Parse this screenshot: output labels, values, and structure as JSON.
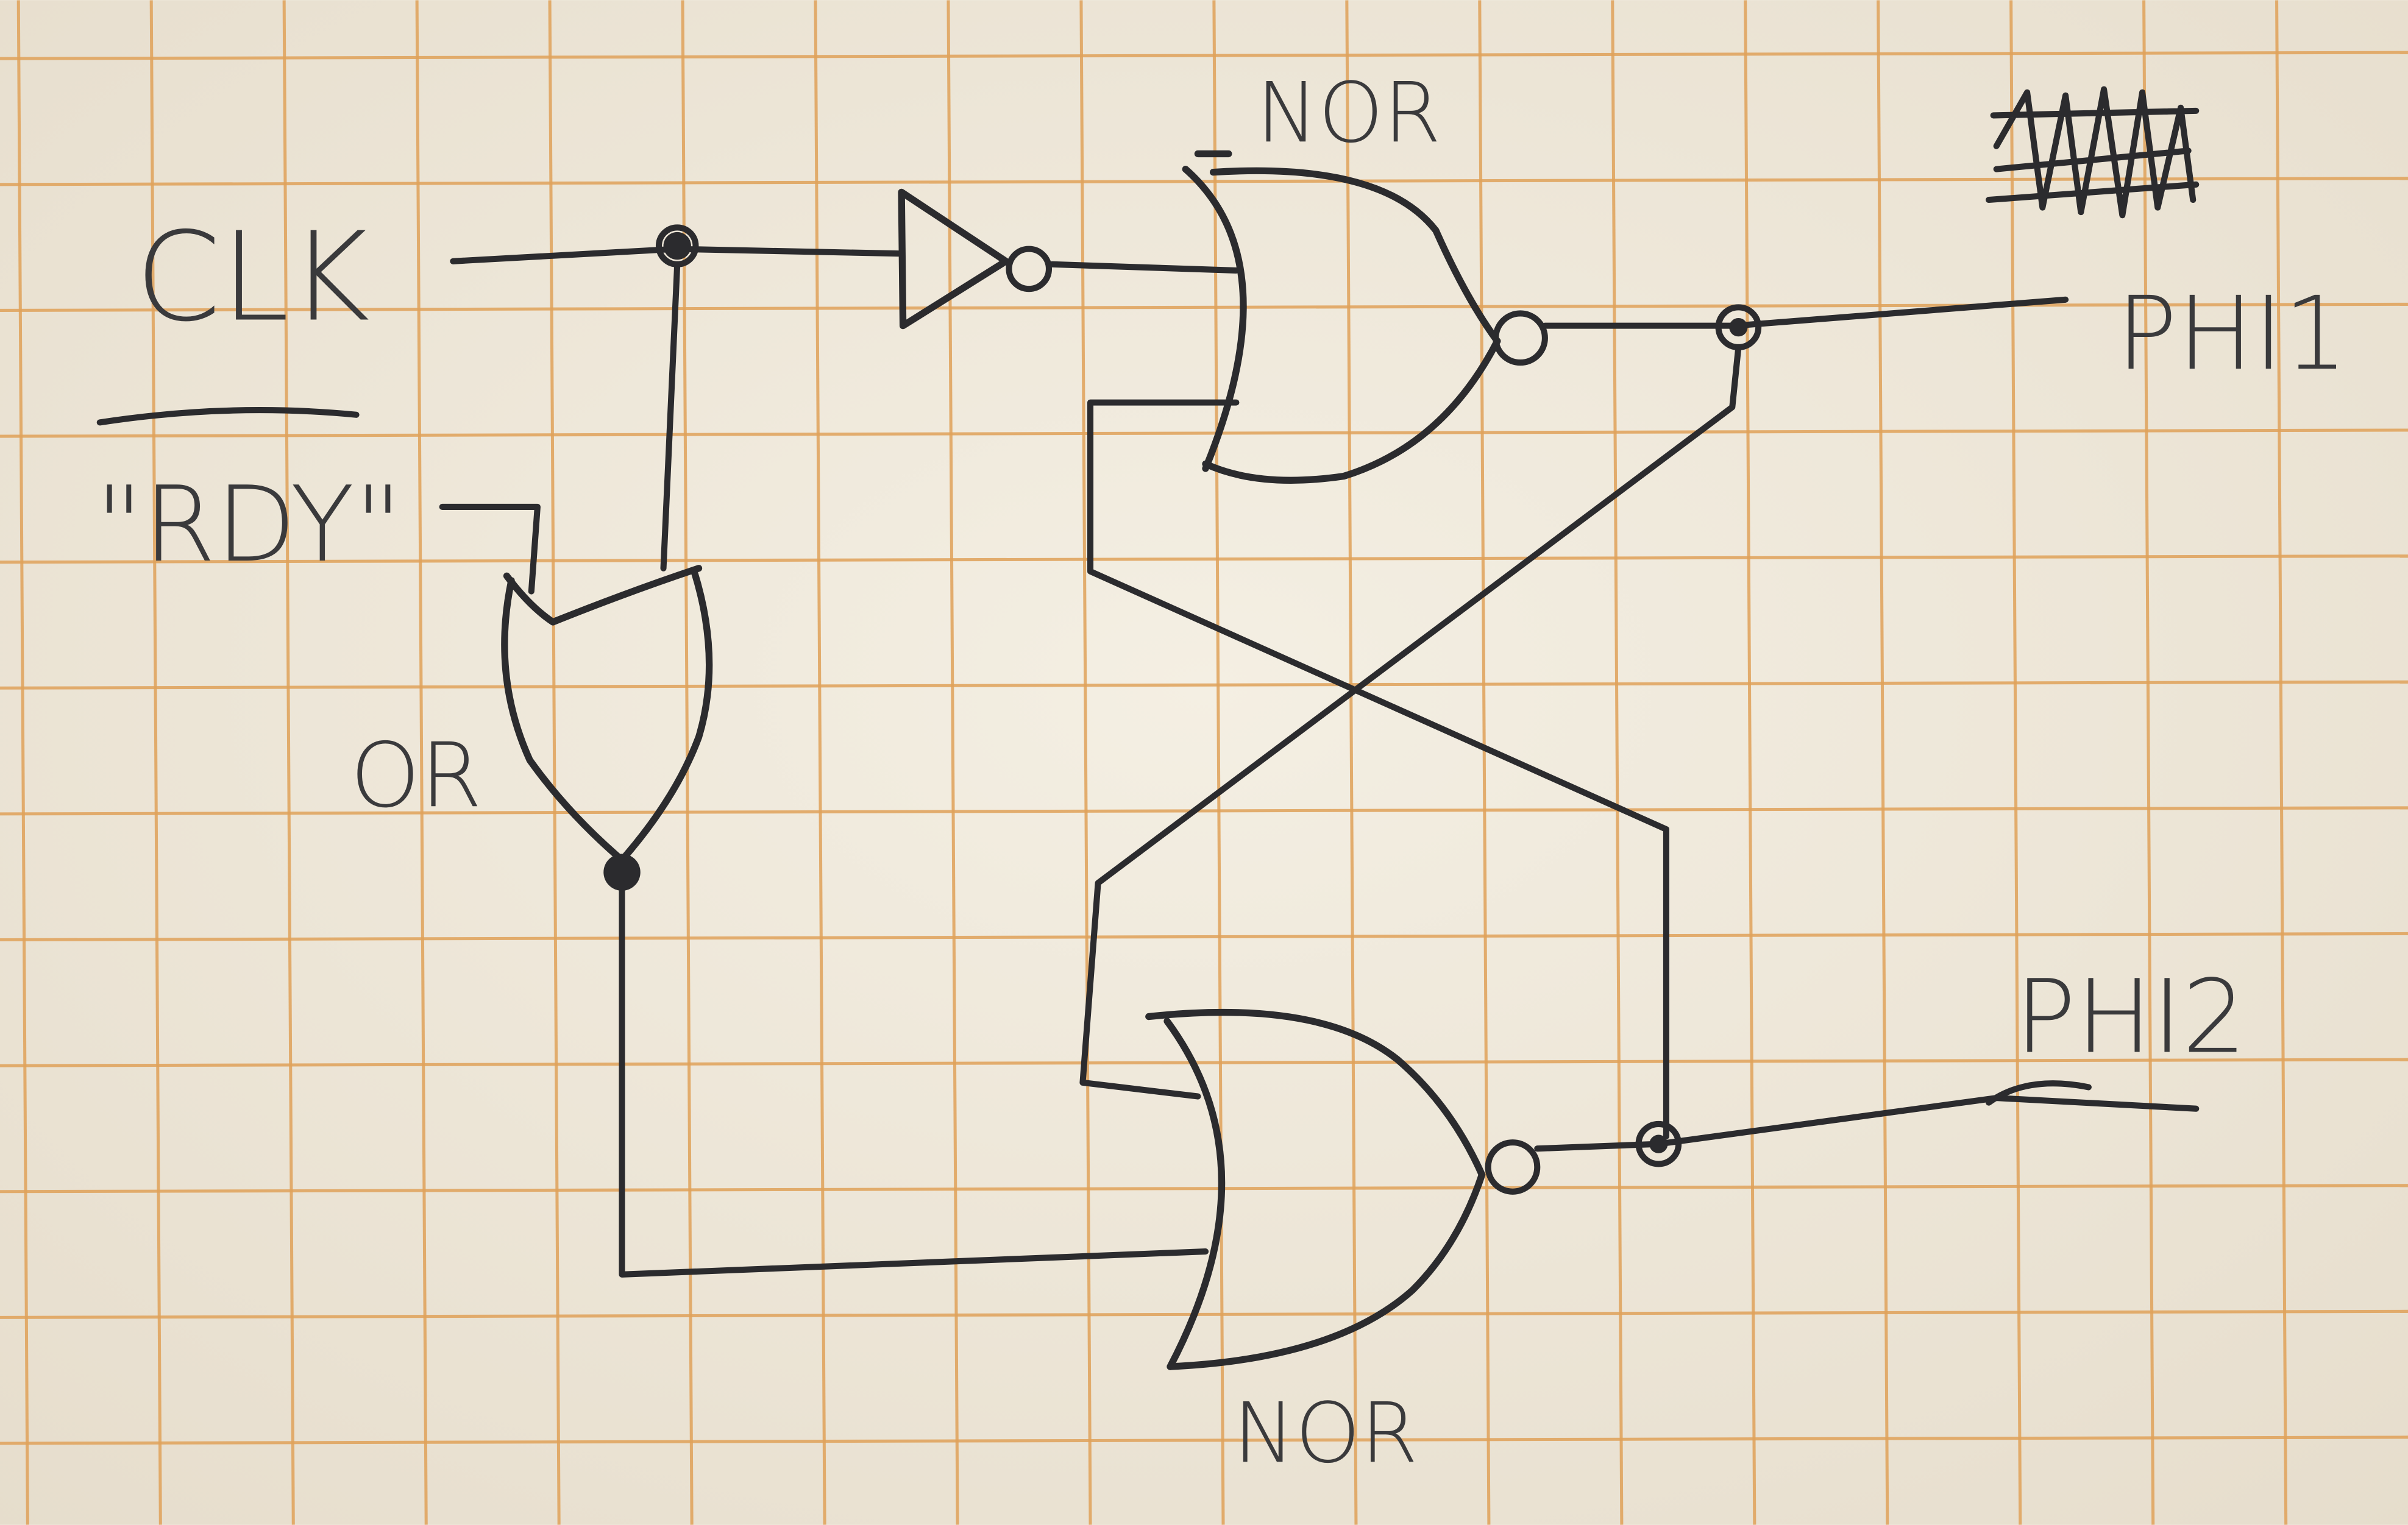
{
  "diagram": {
    "title_type": "hand-drawn logic circuit on grid paper",
    "labels": {
      "clk": "CLK",
      "rdy": "\"RDY\"",
      "or_gate": "OR",
      "nor_top": "NOR",
      "nor_bottom": "NOR",
      "phi1": "PHI1",
      "phi2": "PHI2"
    },
    "colors": {
      "paper": "#f1ece0",
      "grid": "#e0a25a",
      "ink": "#2b2b2e"
    }
  }
}
